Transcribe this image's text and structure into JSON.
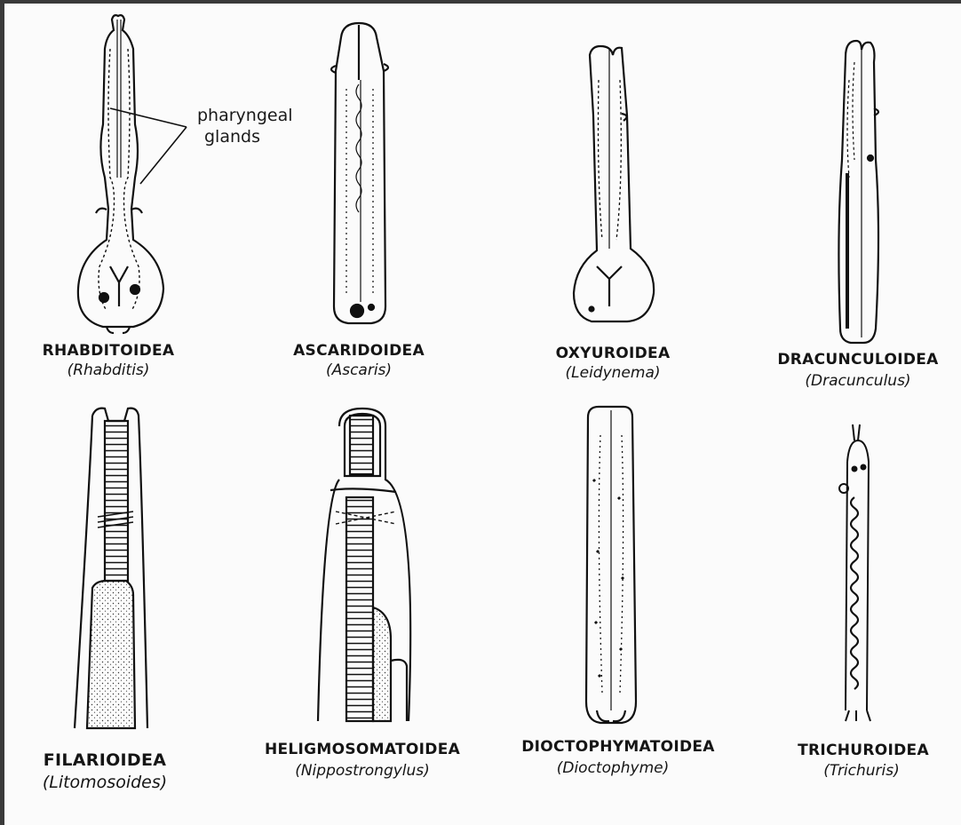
{
  "annotation": {
    "line1": "pharyngeal",
    "line2": "glands"
  },
  "panels": [
    {
      "name": "RHABDITOIDEA",
      "genus": "(Rhabditis)"
    },
    {
      "name": "ASCARIDOIDEA",
      "genus": "(Ascaris)"
    },
    {
      "name": "OXYUROIDEA",
      "genus": "(Leidynema)"
    },
    {
      "name": "DRACUNCULOIDEA",
      "genus": "(Dracunculus)"
    },
    {
      "name": "FILARIOIDEA",
      "genus": "(Litomosoides)"
    },
    {
      "name": "HELIGMOSOMATOIDEA",
      "genus": "(Nippostrongylus)"
    },
    {
      "name": "DIOCTOPHYMATOIDEA",
      "genus": "(Dioctophyme)"
    },
    {
      "name": "TRICHUROIDEA",
      "genus": "(Trichuris)"
    }
  ]
}
